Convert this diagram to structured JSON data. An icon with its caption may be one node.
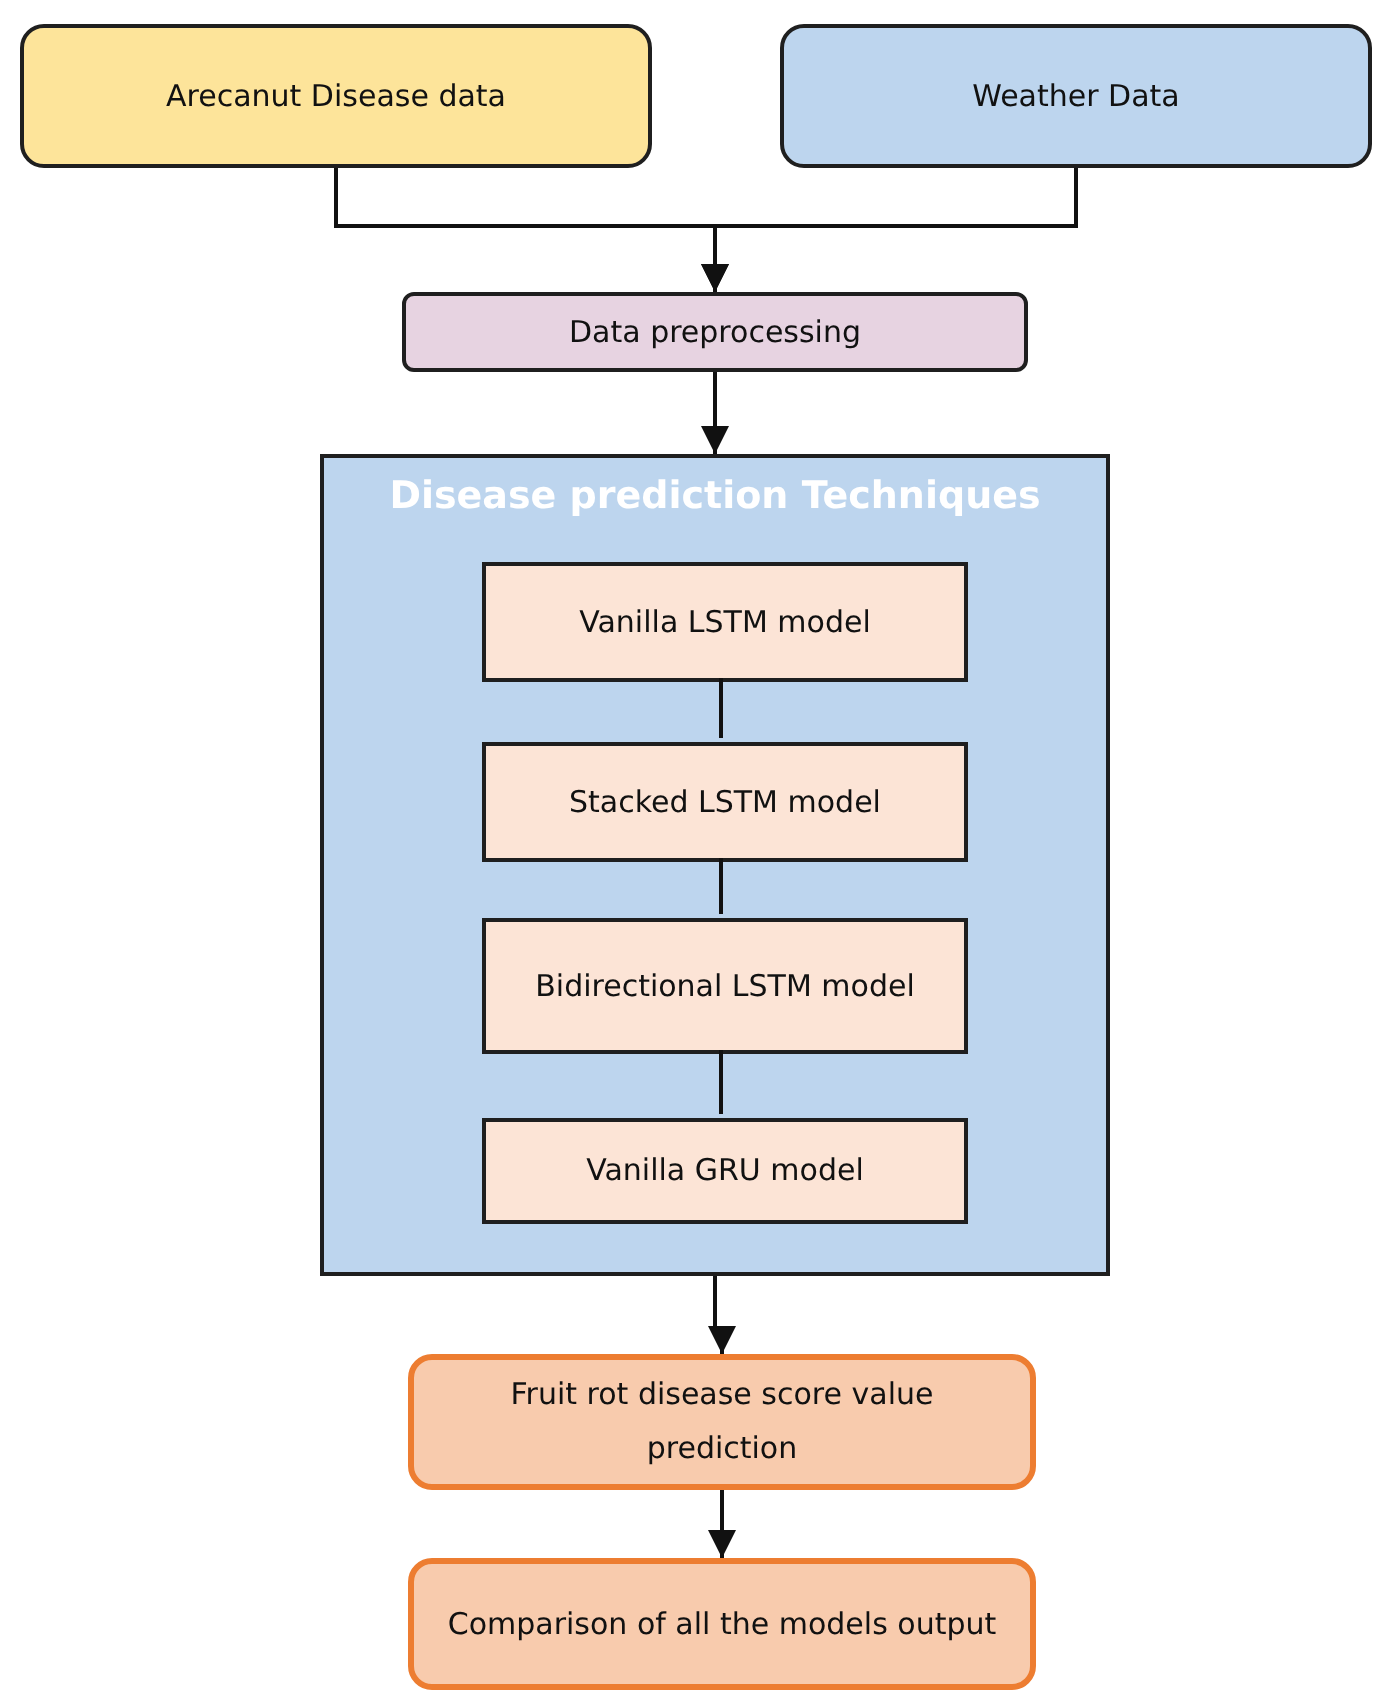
{
  "diagram": {
    "nodes": [
      {
        "text": [
          "Arecanut Disease data"
        ]
      },
      {
        "text": [
          "Weather Data"
        ]
      },
      {
        "text": [
          "Data preprocessing"
        ]
      },
      {
        "text": [
          "Disease prediction Techniques"
        ]
      },
      {
        "text": [
          "Vanilla LSTM model"
        ],
        "in": 3
      },
      {
        "text": [
          "Stacked LSTM model"
        ],
        "in": 3
      },
      {
        "text": [
          "Bidirectional LSTM model"
        ],
        "in": 3
      },
      {
        "text": [
          "Vanilla GRU model"
        ],
        "in": 3
      },
      {
        "text": [
          "Fruit rot disease score value prediction"
        ]
      },
      {
        "text": [
          "Comparison of all the models output"
        ]
      }
    ],
    "edges": [
      {
        "from": 0,
        "to": 2,
        "arrow": "to"
      },
      {
        "from": 1,
        "to": 2,
        "arrow": "to"
      },
      {
        "from": 2,
        "to": 3,
        "arrow": "to"
      },
      {
        "from": 4,
        "to": 5,
        "arrow": "none"
      },
      {
        "from": 5,
        "to": 6,
        "arrow": "none"
      },
      {
        "from": 6,
        "to": 7,
        "arrow": "none"
      },
      {
        "from": 3,
        "to": 8,
        "arrow": "to"
      },
      {
        "from": 8,
        "to": 9,
        "arrow": "to"
      }
    ]
  }
}
